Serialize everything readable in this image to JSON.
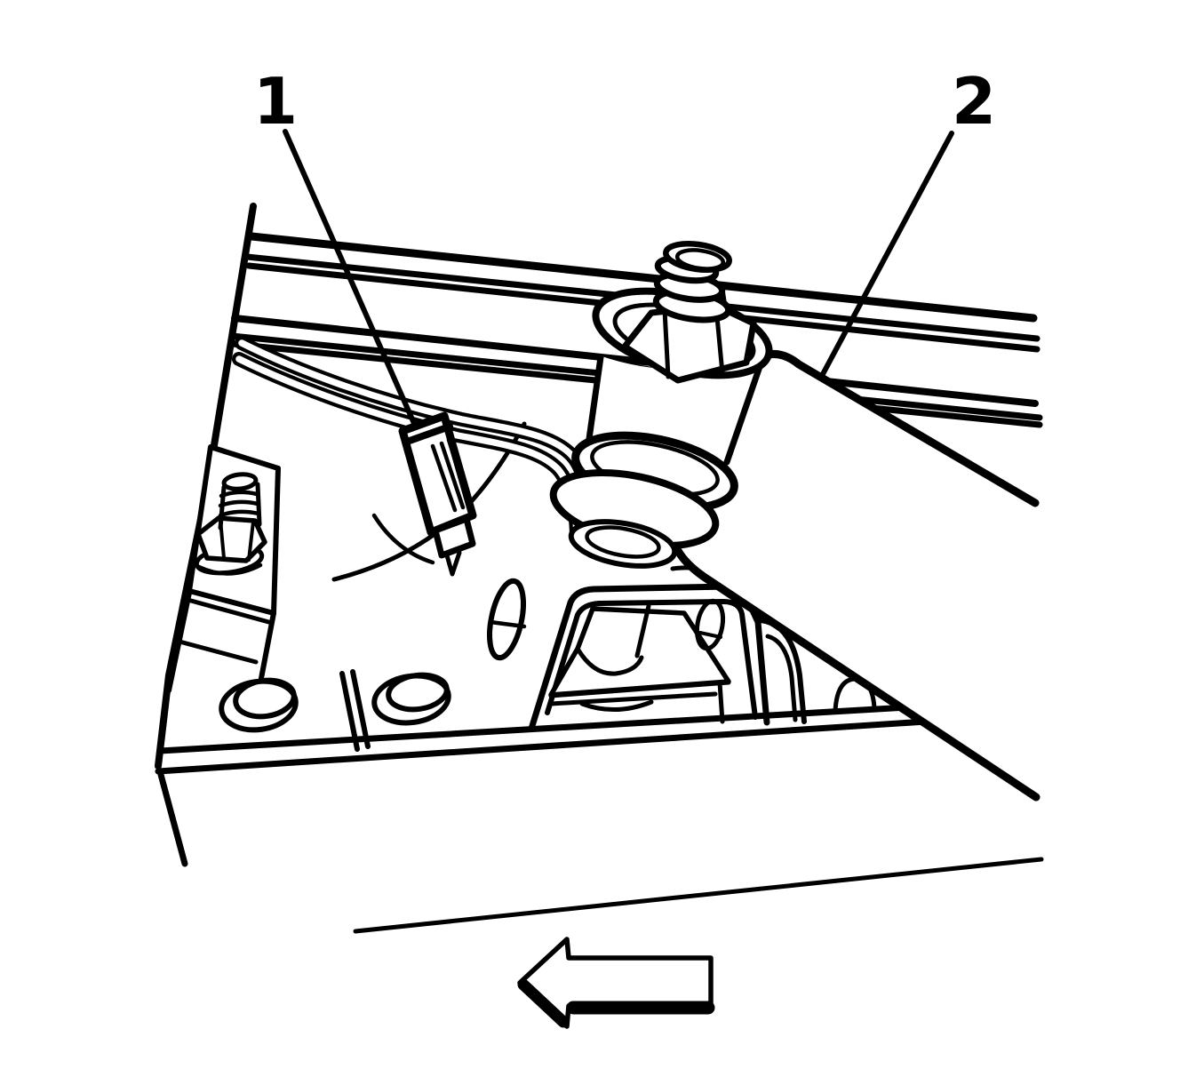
{
  "figure": {
    "type": "service-manual line illustration",
    "description": "Underhood frame view showing a harness retainer clip (1) and a large cylindrical component (2) at a body mount bushing, with a left-pointing direction arrow",
    "callouts": [
      {
        "number": "1",
        "target": "harness-retainer-clip"
      },
      {
        "number": "2",
        "target": "cylindrical-component"
      }
    ],
    "arrow": {
      "direction": "left"
    },
    "colors": {
      "line": "#000000",
      "background": "#ffffff"
    }
  }
}
